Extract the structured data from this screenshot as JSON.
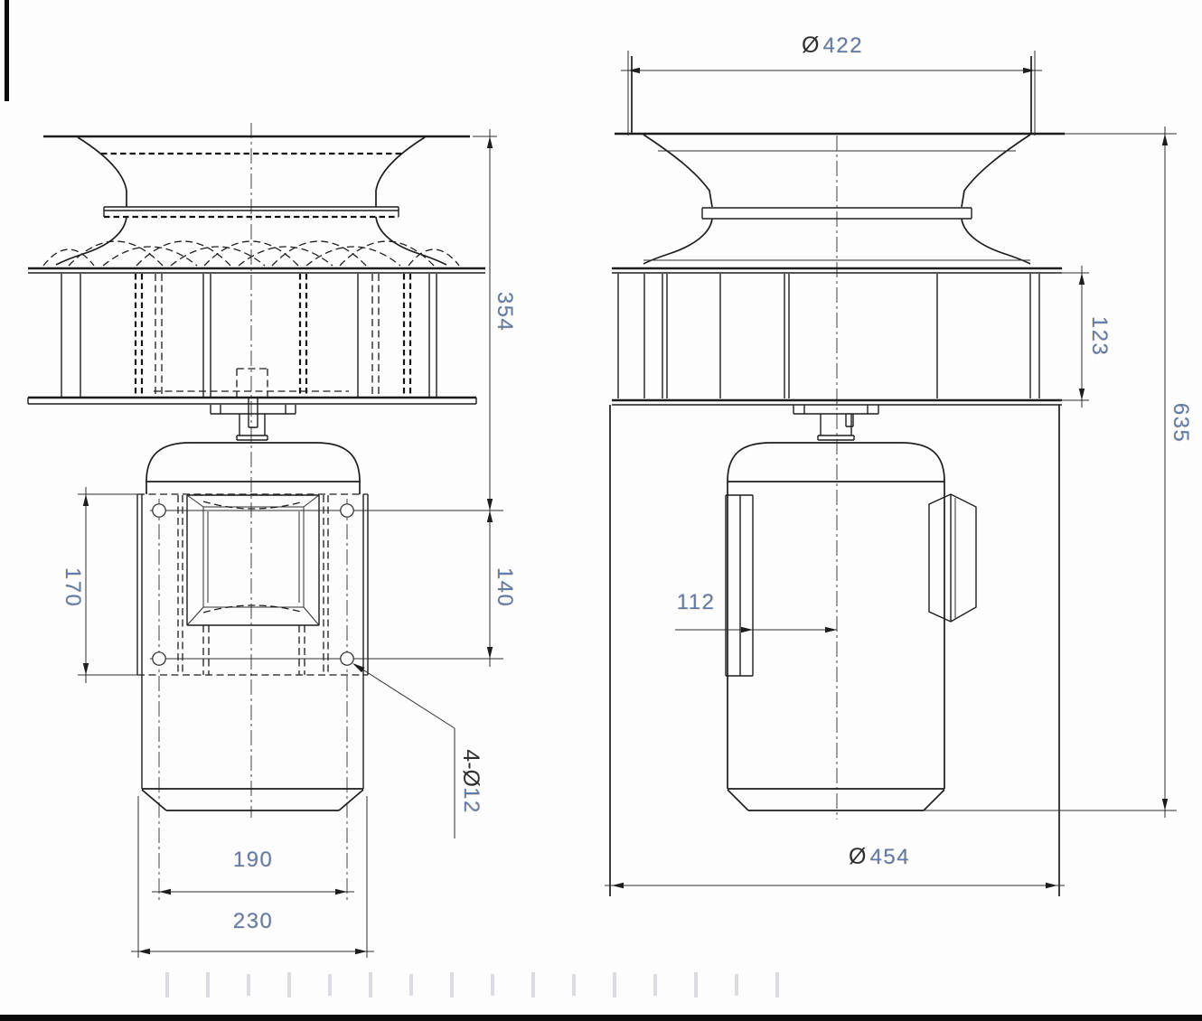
{
  "drawing": {
    "type": "technical-drawing-two-views",
    "subject": "roof-fan-impeller-with-motor",
    "views": {
      "front_view": {
        "dim_top_to_holes_height": "354",
        "dim_hole_vertical_spacing": "140",
        "dim_plate_height": "170",
        "dim_hole_horizontal_spacing": "190",
        "dim_plate_width": "230",
        "hole_callout_prefix": "4-Ø",
        "hole_callout_value": "12"
      },
      "side_view": {
        "dia_symbol": "Ø",
        "dim_inlet_diameter": "422",
        "dim_impeller_height": "123",
        "dim_overall_height": "635",
        "dim_plate_offset": "112",
        "dim_base_diameter": "454"
      }
    },
    "colors": {
      "line_color": "#1d1d1d",
      "dim_text_color": "#5b7cb0",
      "dim_text_fringe": "#d88c3c"
    }
  }
}
